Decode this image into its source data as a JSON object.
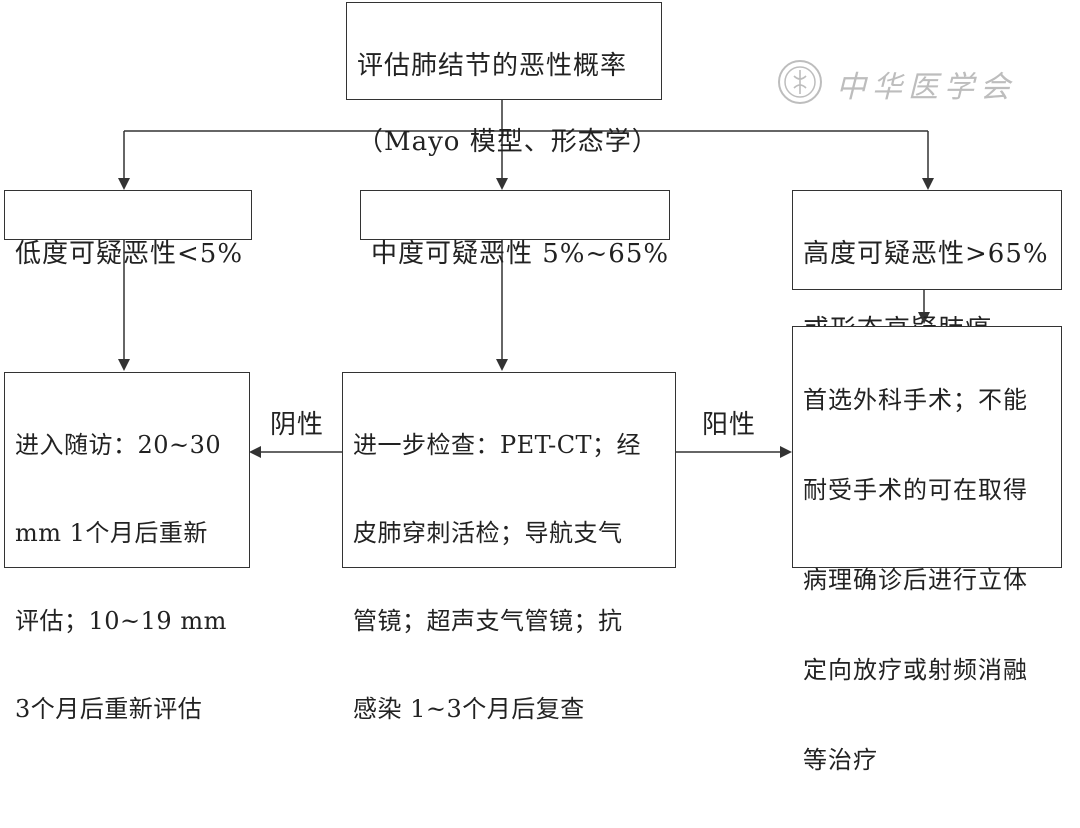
{
  "nodes": {
    "top": {
      "lines": [
        "评估肺结节的恶性概率",
        "（Mayo 模型、形态学）"
      ]
    },
    "low": {
      "lines": [
        "低度可疑恶性<5%"
      ]
    },
    "mid": {
      "lines": [
        "中度可疑恶性 5%~65%"
      ]
    },
    "high": {
      "lines": [
        "高度可疑恶性>65%",
        "或形态高疑肺癌"
      ]
    },
    "followup": {
      "lines": [
        "进入随访：20~30",
        "mm 1个月后重新",
        "评估；10~19 mm",
        "3个月后重新评估"
      ]
    },
    "further": {
      "lines": [
        "进一步检查：PET-CT；经",
        "皮肺穿刺活检；导航支气",
        "管镜；超声支气管镜；抗",
        "感染 1~3个月后复查"
      ]
    },
    "surgery": {
      "lines": [
        "首选外科手术；不能",
        "耐受手术的可在取得",
        "病理确诊后进行立体",
        "定向放疗或射频消融",
        "等治疗"
      ]
    }
  },
  "edge_labels": {
    "negative": "阴性",
    "positive": "阳性"
  },
  "watermark": {
    "text": "中华医学会",
    "icon": "emblem-seal-icon"
  },
  "colors": {
    "line": "#333333",
    "text": "#222222",
    "watermark": "#bdbdbd"
  }
}
